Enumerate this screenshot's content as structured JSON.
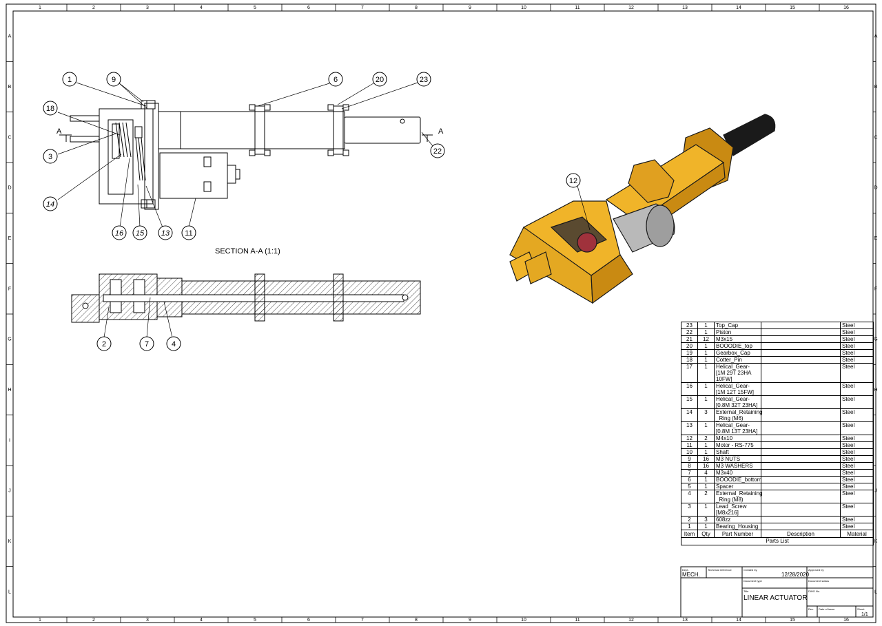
{
  "sheet": {
    "columns": [
      "1",
      "2",
      "3",
      "4",
      "5",
      "6",
      "7",
      "8",
      "9",
      "10",
      "11",
      "12",
      "13",
      "14",
      "15",
      "16"
    ],
    "rows": [
      "A",
      "B",
      "C",
      "D",
      "E",
      "F",
      "G",
      "H",
      "I",
      "J",
      "K",
      "L"
    ]
  },
  "section_view": {
    "title": "SECTION A-A (1:1)",
    "cut_marker": "A"
  },
  "balloons": {
    "b1": "1",
    "b9": "9",
    "b6": "6",
    "b20": "20",
    "b23": "23",
    "b18": "18",
    "b3": "3",
    "b22": "22",
    "b14": "14",
    "b16": "16",
    "b15": "15",
    "b13": "13",
    "b11": "11",
    "b2": "2",
    "b7": "7",
    "b4": "4",
    "b12": "12"
  },
  "parts_list": {
    "caption": "Parts List",
    "headers": {
      "item": "Item",
      "qty": "Qty",
      "part_number": "Part Number",
      "description": "Description",
      "material": "Material"
    },
    "rows": [
      {
        "item": "23",
        "qty": "1",
        "part": "Top_Cap",
        "desc": "",
        "mat": "Steel"
      },
      {
        "item": "22",
        "qty": "1",
        "part": "Piston",
        "desc": "",
        "mat": "Steel"
      },
      {
        "item": "21",
        "qty": "12",
        "part": "M3x15",
        "desc": "",
        "mat": "Steel"
      },
      {
        "item": "20",
        "qty": "1",
        "part": "BOOODIE_top",
        "desc": "",
        "mat": "Steel"
      },
      {
        "item": "19",
        "qty": "1",
        "part": "Gearbox_Cap",
        "desc": "",
        "mat": "Steel"
      },
      {
        "item": "18",
        "qty": "1",
        "part": "Cotter_Pin",
        "desc": "",
        "mat": "Steel"
      },
      {
        "item": "17",
        "qty": "1",
        "part": "Helical_Gear- [1M 29T 23HA 10FW]",
        "desc": "",
        "mat": "Steel"
      },
      {
        "item": "16",
        "qty": "1",
        "part": "Helical_Gear- [1M 12T 15FW]",
        "desc": "",
        "mat": "Steel"
      },
      {
        "item": "15",
        "qty": "1",
        "part": "Helical_Gear- [0.8M 32T 23HA]",
        "desc": "",
        "mat": "Steel"
      },
      {
        "item": "14",
        "qty": "3",
        "part": "External_Retaining _Ring (M6)",
        "desc": "",
        "mat": "Steel"
      },
      {
        "item": "13",
        "qty": "1",
        "part": "Helical_Gear- [0.8M 13T 23HA]",
        "desc": "",
        "mat": "Steel"
      },
      {
        "item": "12",
        "qty": "2",
        "part": "M4x10",
        "desc": "",
        "mat": "Steel"
      },
      {
        "item": "11",
        "qty": "1",
        "part": "Motor - RS-775",
        "desc": "",
        "mat": "Steel"
      },
      {
        "item": "10",
        "qty": "1",
        "part": "Shaft",
        "desc": "",
        "mat": "Steel"
      },
      {
        "item": "9",
        "qty": "16",
        "part": "M3 NUTS",
        "desc": "",
        "mat": "Steel"
      },
      {
        "item": "8",
        "qty": "16",
        "part": "M3 WASHERS",
        "desc": "",
        "mat": "Steel"
      },
      {
        "item": "7",
        "qty": "4",
        "part": "M3x40",
        "desc": "",
        "mat": "Steel"
      },
      {
        "item": "6",
        "qty": "1",
        "part": "BOOODIE_bottom",
        "desc": "",
        "mat": "Steel"
      },
      {
        "item": "5",
        "qty": "1",
        "part": "Spacer",
        "desc": "",
        "mat": "Steel"
      },
      {
        "item": "4",
        "qty": "2",
        "part": "External_Retaining _Ring (M8)",
        "desc": "",
        "mat": "Steel"
      },
      {
        "item": "3",
        "qty": "1",
        "part": "Lead_Screw [M8x216]",
        "desc": "",
        "mat": "Steel"
      },
      {
        "item": "2",
        "qty": "3",
        "part": "608zz",
        "desc": "",
        "mat": "Steel"
      },
      {
        "item": "1",
        "qty": "1",
        "part": "Bearing_Housing",
        "desc": "",
        "mat": "Steel"
      }
    ]
  },
  "title_block": {
    "dept_label": "Dept.",
    "dept": "MECH.",
    "tech_ref_label": "Technical reference",
    "created_by_label": "Created by",
    "created_date": "12/28/2020",
    "approved_by_label": "Approved by",
    "doc_type_label": "Document type",
    "doc_status_label": "Document status",
    "title_label": "Title",
    "title": "LINEAR ACTUATOR",
    "dwg_no_label": "DWG No.",
    "rev_label": "Rev.",
    "date_of_issue_label": "Date of issue",
    "sheet_label": "Sheet",
    "sheet": "1/1"
  },
  "colors": {
    "body": "#f0b429",
    "body_dark": "#c98a12",
    "piston": "#1a1a1a",
    "motor": "#b9b9b9",
    "gear": "#a0323c"
  }
}
